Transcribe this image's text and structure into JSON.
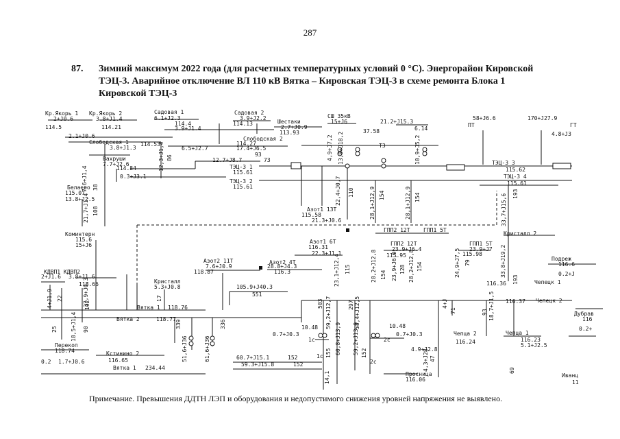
{
  "page_number": "287",
  "heading": {
    "number": "87.",
    "line1": "Зимний максимум 2022 года (для расчетных температурных условий 0 °С). Энергорайон Кировской",
    "line2": "ТЭЦ-3. Аварийное отключение ВЛ 110 кВ Вятка – Кировская ТЭЦ-3 в схеме ремонта Блока 1",
    "line3": "Кировской ТЭЦ-3"
  },
  "diagram": {
    "labels": [
      {
        "id": "kryakor1",
        "text": "Кр.Якорь 1"
      },
      {
        "id": "kryakor1-flow",
        "text": "2+J0.6"
      },
      {
        "id": "kryakor1-v",
        "text": "114.5"
      },
      {
        "id": "kryakor2",
        "text": "Кр.Якорь 2"
      },
      {
        "id": "kryakor2-flow",
        "text": "3.8+J1.4"
      },
      {
        "id": "kryakor2-v",
        "text": "114.21"
      },
      {
        "id": "sadovaya1",
        "text": "Садовая 1"
      },
      {
        "id": "sadovaya1-flow",
        "text": "6.1+J2.3"
      },
      {
        "id": "sadovaya1-v",
        "text": "114.4"
      },
      {
        "id": "sadovaya2",
        "text": "Садовая 2"
      },
      {
        "id": "sadovaya2-flow",
        "text": "3.9+J2.2"
      },
      {
        "id": "sadovaya2-v",
        "text": "114.13"
      },
      {
        "id": "shestaki",
        "text": "Шестаки"
      },
      {
        "id": "shestaki-flow",
        "text": "2.7+J0.9"
      },
      {
        "id": "shestaki-v",
        "text": "113.93"
      },
      {
        "id": "ssh",
        "text": "СШ 35кВ"
      },
      {
        "id": "ssh-flow",
        "text": "15+J6"
      },
      {
        "id": "ssh-v",
        "text": "37.58"
      },
      {
        "id": "t3-flow",
        "text": "21.2+J15.3"
      },
      {
        "id": "t3-v",
        "text": "6.14"
      },
      {
        "id": "t3",
        "text": "Т3"
      },
      {
        "id": "pt-flow",
        "text": "58+J6.6"
      },
      {
        "id": "pt",
        "text": "ПТ"
      },
      {
        "id": "gt-flow",
        "text": "170+J27.9"
      },
      {
        "id": "gt",
        "text": "ГТ"
      },
      {
        "id": "gt-gen",
        "text": "4.8+J3"
      },
      {
        "id": "f-21",
        "text": "2.1+J0.6"
      },
      {
        "id": "f-39",
        "text": "3.9+J1.4"
      },
      {
        "id": "slobodskaya1",
        "text": "Слободская 1"
      },
      {
        "id": "slobodskaya1-flow",
        "text": "3.8+J1.3"
      },
      {
        "id": "slobodskaya1-v",
        "text": "114.53"
      },
      {
        "id": "slobodskaya2",
        "text": "Слободская 2"
      },
      {
        "id": "slobodskaya2-v",
        "text": "114.27"
      },
      {
        "id": "f-65",
        "text": "6.5+J2.7"
      },
      {
        "id": "f-174",
        "text": "17.4+J6.5"
      },
      {
        "id": "n93",
        "text": "93"
      },
      {
        "id": "vakhrushi",
        "text": "Вахруши"
      },
      {
        "id": "vakhrushi-flow",
        "text": "7.7+J2.6"
      },
      {
        "id": "vakhrushi-v",
        "text": "114.84"
      },
      {
        "id": "f-03",
        "text": "0.3+J3.1"
      },
      {
        "id": "f-127",
        "text": "12.7+J8.7"
      },
      {
        "id": "n73",
        "text": "73"
      },
      {
        "id": "tec3-1",
        "text": "ТЭЦ-3 1"
      },
      {
        "id": "tec3-1-v",
        "text": "115.61"
      },
      {
        "id": "tec3-2",
        "text": "ТЭЦ-3 2"
      },
      {
        "id": "tec3-2-v",
        "text": "115.61"
      },
      {
        "id": "tec3-3",
        "text": "ТЭЦ-3 3"
      },
      {
        "id": "tec3-3-v",
        "text": "115.62"
      },
      {
        "id": "tec3-4",
        "text": "ТЭЦ-3 4"
      },
      {
        "id": "tec3-4-v",
        "text": "115.61"
      },
      {
        "id": "belaevo",
        "text": "Белаево"
      },
      {
        "id": "belaevo-v",
        "text": "115.07"
      },
      {
        "id": "belaevo-flow",
        "text": "13.8+J2.5"
      },
      {
        "id": "azot1-13t",
        "text": "Азот1 13Т"
      },
      {
        "id": "azot1-13t-v",
        "text": "115.58"
      },
      {
        "id": "azot1-13t-flow",
        "text": "21.3+J0.6"
      },
      {
        "id": "gpp2-12t-top",
        "text": "ГПП2 12Т"
      },
      {
        "id": "gpp1-5t-top",
        "text": "ГПП1 5Т"
      },
      {
        "id": "kirstall2",
        "text": "Кристалл 2"
      },
      {
        "id": "komintern",
        "text": "Коминтерн"
      },
      {
        "id": "komintern-v",
        "text": "115.6"
      },
      {
        "id": "komintern-flow",
        "text": "15+J6"
      },
      {
        "id": "azot1-6t",
        "text": "Азот1 6Т"
      },
      {
        "id": "azot1-6t-v",
        "text": "116.31"
      },
      {
        "id": "azot1-6t-flow",
        "text": "22.3+J1.1"
      },
      {
        "id": "gpp2-12t",
        "text": "ГПП2 12Т"
      },
      {
        "id": "gpp2-12t-flow",
        "text": "23.9+J6.4"
      },
      {
        "id": "gpp2-12t-v",
        "text": "115.95"
      },
      {
        "id": "gpp1-5t",
        "text": "ГПП1 5Т"
      },
      {
        "id": "gpp1-5t-flow",
        "text": "23.9+J7"
      },
      {
        "id": "gpp1-5t-v",
        "text": "115.98"
      },
      {
        "id": "podrezh",
        "text": "Подреж"
      },
      {
        "id": "podrezh-v",
        "text": "116.6"
      },
      {
        "id": "podrezh-flow",
        "text": "0.2+J"
      },
      {
        "id": "kdvp1",
        "text": "КДВП1 КДВП2"
      },
      {
        "id": "kdvp1-flow",
        "text": "2+J1.6"
      },
      {
        "id": "kdvp2-flow",
        "text": "3.8+J1.6"
      },
      {
        "id": "kdvp-v",
        "text": "118.66"
      },
      {
        "id": "azot2-11t",
        "text": "Азот2 11Т"
      },
      {
        "id": "azot2-11t-flow",
        "text": "7.6+J0.9"
      },
      {
        "id": "azot2-11t-v",
        "text": "118.87"
      },
      {
        "id": "azot2-4t",
        "text": "Азот2 4Т"
      },
      {
        "id": "azot2-4t-flow",
        "text": "28.8+J4.3"
      },
      {
        "id": "azot2-4t-v",
        "text": "116.3"
      },
      {
        "id": "kristall",
        "text": "Кристалл"
      },
      {
        "id": "kristall-flow",
        "text": "5.3+J0.8"
      },
      {
        "id": "f-1059",
        "text": "105.9+J40.3"
      },
      {
        "id": "n551",
        "text": "551"
      },
      {
        "id": "v11636",
        "text": "116.36"
      },
      {
        "id": "checks1",
        "text": "Чепецк 1"
      },
      {
        "id": "v11637",
        "text": "116.37"
      },
      {
        "id": "checks2",
        "text": "Чепецк 2"
      },
      {
        "id": "vyatka1-top",
        "text": "Вятка 1"
      },
      {
        "id": "vyatka1-top-v",
        "text": "118.76"
      },
      {
        "id": "vyatka2",
        "text": "Вятка 2"
      },
      {
        "id": "vyatka2-v",
        "text": "118.77"
      },
      {
        "id": "dubrava",
        "text": "Дубрав"
      },
      {
        "id": "dubrava-v",
        "text": "116"
      },
      {
        "id": "dubrava-flow",
        "text": "0.2+"
      },
      {
        "id": "n1048-l",
        "text": "10.48"
      },
      {
        "id": "f-07-l",
        "text": "0.7+J0.3"
      },
      {
        "id": "n1c",
        "text": "1с"
      },
      {
        "id": "n1048-r",
        "text": "10.48"
      },
      {
        "id": "f-07-r",
        "text": "0.7+J0.3"
      },
      {
        "id": "n2c",
        "text": "2с"
      },
      {
        "id": "checha2",
        "text": "Чепца 2"
      },
      {
        "id": "checha2-v",
        "text": "116.24"
      },
      {
        "id": "checha1",
        "text": "Чепца 1"
      },
      {
        "id": "checha1-v",
        "text": "116.23"
      },
      {
        "id": "checha1-flow",
        "text": "5.1+J2.5"
      },
      {
        "id": "perekop",
        "text": "Перекоп"
      },
      {
        "id": "perekop-v",
        "text": "118.74"
      },
      {
        "id": "n02",
        "text": "0.2"
      },
      {
        "id": "perekop-flow",
        "text": "1.7+J0.6"
      },
      {
        "id": "kstinino2",
        "text": "Кстинино 2"
      },
      {
        "id": "kstinino2-v",
        "text": "116.65"
      },
      {
        "id": "f-607",
        "text": "60.7+J15.1"
      },
      {
        "id": "n152a",
        "text": "152"
      },
      {
        "id": "n1c2",
        "text": "1с"
      },
      {
        "id": "f-593",
        "text": "59.3+J15.8"
      },
      {
        "id": "n152b",
        "text": "152"
      },
      {
        "id": "n2c2",
        "text": "2с"
      },
      {
        "id": "f-49",
        "text": "4.9+J2.8"
      },
      {
        "id": "vyatka1-bot",
        "text": "Вятка 1"
      },
      {
        "id": "vyatka1-bot-v",
        "text": "234.44"
      },
      {
        "id": "prosnitsa",
        "text": "Просница"
      },
      {
        "id": "prosnitsa-v",
        "text": "116.06"
      },
      {
        "id": "ivantsy",
        "text": "Иванц"
      },
      {
        "id": "ivantsy-v",
        "text": "11"
      }
    ],
    "line_flows": [
      {
        "id": "lf1",
        "text": "12,3+J1,4"
      },
      {
        "id": "lf2",
        "text": "86"
      },
      {
        "id": "lf3",
        "text": "4,9+J7,2"
      },
      {
        "id": "lf4",
        "text": "13,8+J18,2"
      },
      {
        "id": "lf5",
        "text": "10,9+J5,2"
      },
      {
        "id": "lf6",
        "text": "7,6+J1,4"
      },
      {
        "id": "lf7",
        "text": "38"
      },
      {
        "id": "lf8",
        "text": "21,7+J1,4"
      },
      {
        "id": "lf9",
        "text": "108"
      },
      {
        "id": "lf10",
        "text": "22,4+J0,7"
      },
      {
        "id": "lf11",
        "text": "110"
      },
      {
        "id": "lf12",
        "text": "28,1+J12,9"
      },
      {
        "id": "lf13",
        "text": "154"
      },
      {
        "id": "lf14",
        "text": "28,1+J12,9"
      },
      {
        "id": "lf15",
        "text": "154"
      },
      {
        "id": "lf16",
        "text": "33,7+J15,6"
      },
      {
        "id": "lf17",
        "text": "193"
      },
      {
        "id": "lf18",
        "text": "23,1+J12,4"
      },
      {
        "id": "lf19",
        "text": "115"
      },
      {
        "id": "lf20",
        "text": "28,2+J12,8"
      },
      {
        "id": "lf21",
        "text": "154"
      },
      {
        "id": "lf22",
        "text": "23,9+J6,9"
      },
      {
        "id": "lf23",
        "text": "128"
      },
      {
        "id": "lf24",
        "text": "28,2+J12,8"
      },
      {
        "id": "lf25",
        "text": "154"
      },
      {
        "id": "lf26",
        "text": "24,9+J7,5"
      },
      {
        "id": "lf27",
        "text": "79"
      },
      {
        "id": "lf28",
        "text": "33,8+J19,2"
      },
      {
        "id": "lf29",
        "text": "193"
      },
      {
        "id": "lf30",
        "text": "4+J1,9"
      },
      {
        "id": "lf31",
        "text": "22"
      },
      {
        "id": "lf32",
        "text": "37,9+J0,3"
      },
      {
        "id": "lf33",
        "text": "192"
      },
      {
        "id": "lf34",
        "text": "17"
      },
      {
        "id": "lf35",
        "text": "25"
      },
      {
        "id": "lf36",
        "text": "18,5+J1,4"
      },
      {
        "id": "lf37",
        "text": "90"
      },
      {
        "id": "lf38",
        "text": "339"
      },
      {
        "id": "lf39",
        "text": "51,6+J36"
      },
      {
        "id": "lf40",
        "text": "61,6+J36"
      },
      {
        "id": "lf41",
        "text": "336"
      },
      {
        "id": "lf42",
        "text": "503"
      },
      {
        "id": "lf43",
        "text": "59,2+J12,7"
      },
      {
        "id": "lf44",
        "text": "297"
      },
      {
        "id": "lf45",
        "text": "58,4+J12,5"
      },
      {
        "id": "lf46",
        "text": "4+J"
      },
      {
        "id": "lf47",
        "text": "71"
      },
      {
        "id": "lf48",
        "text": "18,7+J1,5"
      },
      {
        "id": "lf49",
        "text": "93"
      },
      {
        "id": "lf50",
        "text": "155"
      },
      {
        "id": "lf51",
        "text": "60,8+J13,9"
      },
      {
        "id": "lf52",
        "text": "152"
      },
      {
        "id": "lf53",
        "text": "59,2+J13,9"
      },
      {
        "id": "lf54",
        "text": "4,3+J28"
      },
      {
        "id": "lf55",
        "text": "47"
      },
      {
        "id": "lf56",
        "text": "69"
      },
      {
        "id": "lf57",
        "text": "14,1"
      }
    ]
  },
  "note": "Примечание. Превышения ДДТН ЛЭП и оборудования и недопустимого снижения уровней напряжения не выявлено."
}
